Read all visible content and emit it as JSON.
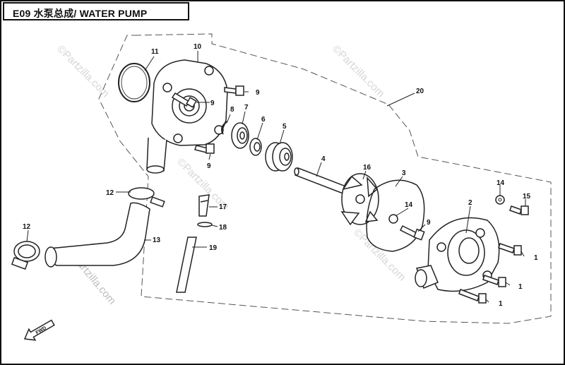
{
  "title": "E09 水泵总成/ WATER PUMP",
  "watermark": "©Partzilla.com",
  "fwd_label": "FWD",
  "callouts": {
    "p1a": "1",
    "p1b": "1",
    "p1c": "1",
    "p2": "2",
    "p3": "3",
    "p4": "4",
    "p5": "5",
    "p6": "6",
    "p7": "7",
    "p8": "8",
    "p9a": "9",
    "p9b": "9",
    "p9c": "9",
    "p9d": "9",
    "p10": "10",
    "p11": "11",
    "p12a": "12",
    "p12b": "12",
    "p13": "13",
    "p14a": "14",
    "p14b": "14",
    "p15": "15",
    "p16": "16",
    "p17": "17",
    "p18": "18",
    "p19": "19",
    "p20": "20"
  }
}
